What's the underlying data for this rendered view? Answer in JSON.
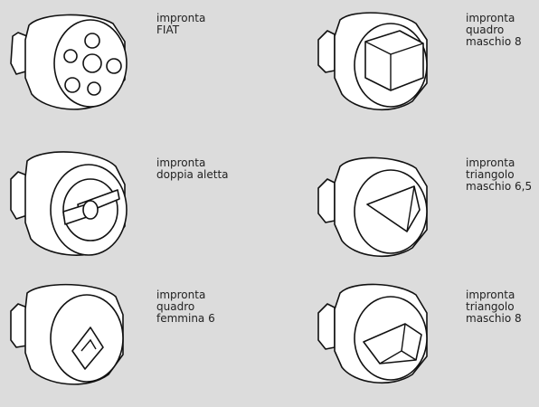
{
  "items": [
    {
      "label": "impronta\nFIAT"
    },
    {
      "label": "impronta\nquadro\nmaschio 8"
    },
    {
      "label": "impronta\ndoppia aletta"
    },
    {
      "label": "impronta\ntriangolo\nmaschio 6,5"
    },
    {
      "label": "impronta\nquadro\nfemmina 6"
    },
    {
      "label": "impronta\ntriangolo\nmaschio 8"
    }
  ]
}
